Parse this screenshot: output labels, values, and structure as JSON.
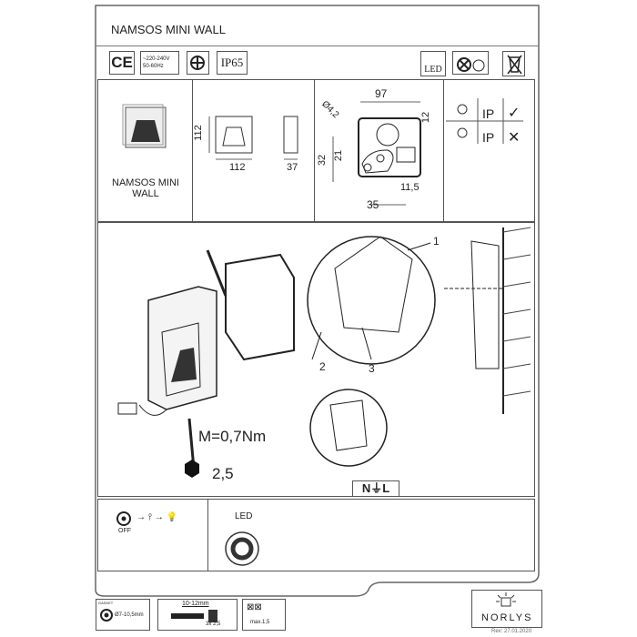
{
  "title": "NAMSOS MINI WALL",
  "icons": {
    "ce": "CE",
    "voltage_line1": "~220-240V",
    "voltage_line2": "50-60Hz",
    "ip": "IP65",
    "led": "LED"
  },
  "product": {
    "name_line1": "NAMSOS MINI",
    "name_line2": "WALL"
  },
  "dimensions": {
    "height": "112",
    "width": "112",
    "depth": "37",
    "mount_width": "97",
    "hole": "Ø4,2",
    "d12": "12",
    "d32": "32",
    "d21": "21",
    "d11_5": "11,5",
    "d35": "35"
  },
  "ip_table": {
    "row1_label": "IP",
    "row1_mark": "✓",
    "row2_label": "IP",
    "row2_mark": "✕"
  },
  "assembly": {
    "torque": "M=0,7Nm",
    "hex_size": "2,5",
    "callout1": "1",
    "callout2": "2",
    "callout3": "3",
    "terminal": "N⏚L"
  },
  "operation": {
    "off_label": "OFF",
    "led_label": "LED"
  },
  "footer": {
    "gasket_label": "GASKET",
    "gasket_range": "Ø7-10,5mm",
    "strip_length": "10-12mm",
    "wire_spec": "3x 2,5",
    "terminal_spec": "max.1,5",
    "brand": "NORLYS",
    "revision": "Rev: 27.01.2020"
  }
}
